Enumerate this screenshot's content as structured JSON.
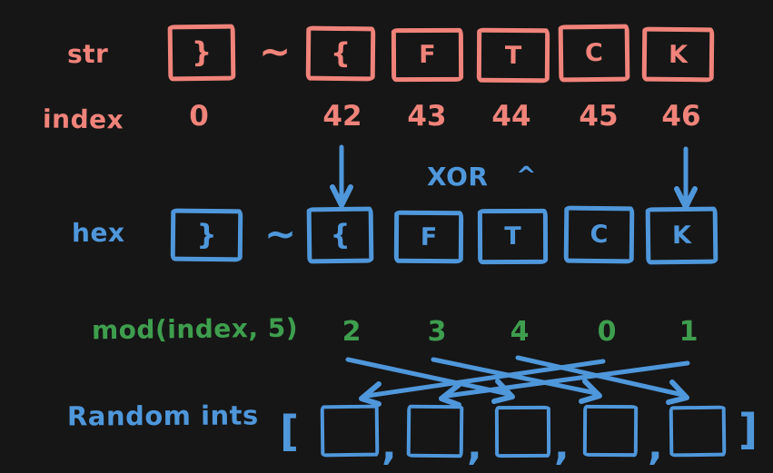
{
  "colors": {
    "background": "#161616",
    "salmon": "#f0837a",
    "blue": "#4f97db",
    "green": "#3e9e4e"
  },
  "str_row": {
    "label": "str",
    "separator": "~",
    "boxes": [
      "}",
      "{",
      "F",
      "T",
      "C",
      "K"
    ]
  },
  "index_row": {
    "label": "index",
    "values": [
      "0",
      "42",
      "43",
      "44",
      "45",
      "46"
    ]
  },
  "xor": {
    "label": "XOR",
    "operator": "^",
    "arrow_source_indices": [
      "42",
      "46"
    ]
  },
  "hex_row": {
    "label": "hex",
    "separator": "~",
    "boxes": [
      "}",
      "{",
      "F",
      "T",
      "C",
      "K"
    ]
  },
  "mod_row": {
    "label": "mod(index, 5)",
    "values": [
      "2",
      "3",
      "4",
      "0",
      "1"
    ]
  },
  "shuffle": {
    "arrow_targets": [
      2,
      3,
      4,
      0,
      1
    ]
  },
  "random_row": {
    "label": "Random ints",
    "bracket_open": "[",
    "bracket_close": "]",
    "comma": ",",
    "boxes": [
      "",
      "",
      "",
      "",
      ""
    ]
  }
}
